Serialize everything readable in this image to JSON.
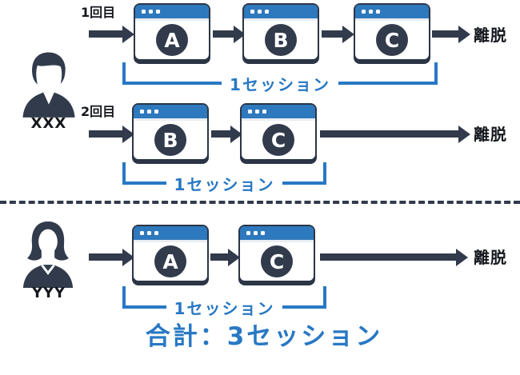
{
  "users": [
    {
      "name": "XXX",
      "rows": [
        {
          "visit_label": "1回目",
          "pages": [
            "A",
            "B",
            "C"
          ],
          "exit_label": "離脱",
          "session_label": "1セッション"
        },
        {
          "visit_label": "2回目",
          "pages": [
            "B",
            "C"
          ],
          "exit_label": "離脱",
          "session_label": "1セッション"
        }
      ]
    },
    {
      "name": "YYY",
      "rows": [
        {
          "pages": [
            "A",
            "C"
          ],
          "exit_label": "離脱",
          "session_label": "1セッション"
        }
      ]
    }
  ],
  "total_label": "合計：3セッション",
  "colors": {
    "titlebar_blue": "#2e79bd",
    "accent_blue": "#2878c4",
    "navy": "#313b4c",
    "text_dark": "#15181e"
  }
}
